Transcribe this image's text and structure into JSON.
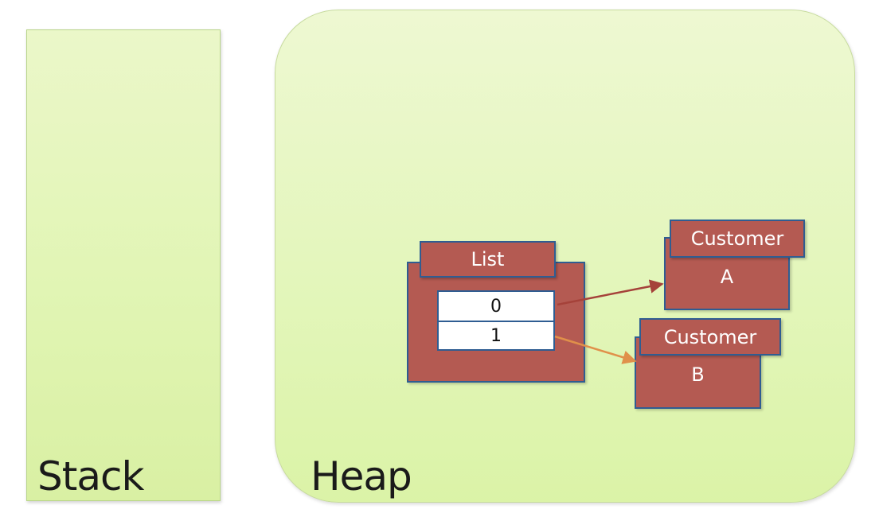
{
  "regions": {
    "stack_label": "Stack",
    "heap_label": "Heap"
  },
  "list_object": {
    "header": "List",
    "slots": [
      "0",
      "1"
    ]
  },
  "customer_a": {
    "header": "Customer",
    "value": "A"
  },
  "customer_b": {
    "header": "Customer",
    "value": "B"
  },
  "colors": {
    "object_fill": "#b45a52",
    "object_border": "#2f5d92",
    "arrow_to_a": "#a5423a",
    "arrow_to_b": "#e0904a",
    "panel_fill": "#e3f6bb"
  }
}
